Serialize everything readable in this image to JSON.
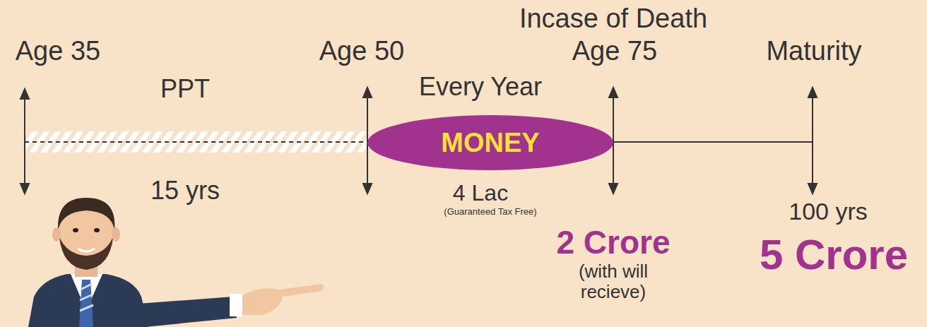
{
  "diagram": {
    "nodes": [
      {
        "text": [
          "MONEY"
        ]
      }
    ],
    "labels": [
      "Incase of Death",
      "Age 35",
      "Age 50",
      "Age 75",
      "Maturity",
      "PPT",
      "Every Year",
      "15 yrs",
      "4 Lac",
      "(Guaranteed Tax Free)",
      "100 yrs",
      "2 Crore",
      "(with will recieve)",
      "5 Crore"
    ]
  }
}
